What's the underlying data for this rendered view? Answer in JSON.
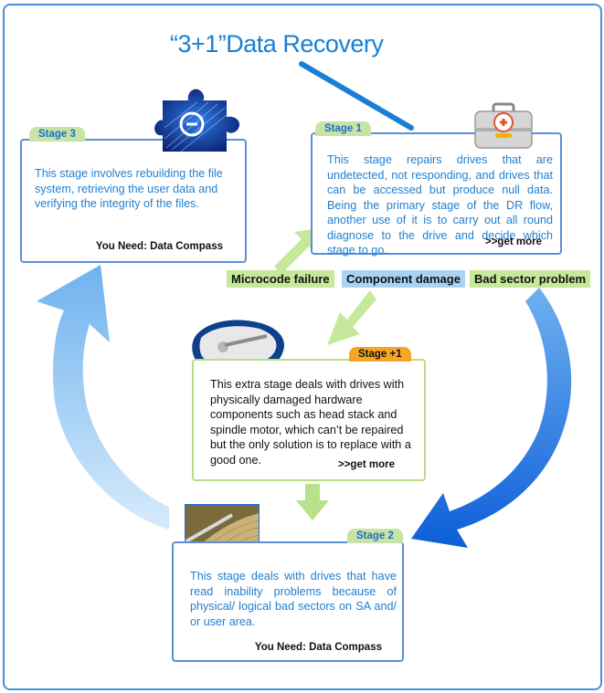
{
  "title": "“3+1”Data Recovery",
  "stage3": {
    "tab": "Stage 3",
    "text": "This stage involves rebuilding the file system, retrieving the user data and verifying the integrity of the files.",
    "need": "You Need: Data Compass"
  },
  "stage1": {
    "tab": "Stage 1",
    "text": "This stage repairs drives that are undetected, not responding, and drives that can be accessed but produce null data. Being the primary stage of the DR flow, another use of it is to carry out all round diagnose to the drive and decide which stage to go.",
    "more": ">>get more"
  },
  "labels": {
    "microcode": "Microcode failure",
    "component": "Component damage",
    "bad_sector": "Bad sector problem"
  },
  "stage_plus1": {
    "tab": "Stage +1",
    "text": "This extra stage deals with drives with physically damaged hardware components such as head stack and spindle motor, which can’t be repaired but the only solution is to replace with a good one.",
    "more": ">>get more"
  },
  "stage2": {
    "tab": "Stage 2",
    "text": "This stage deals with drives that have read inability problems because of physical/ logical bad sectors on SA and/ or user area.",
    "need": "You Need: Data Compass"
  },
  "colors": {
    "accent_blue": "#1a7fd4",
    "box_border_blue": "#5b8fd6",
    "box_border_green": "#b9dc8a",
    "tab_green": "#c7e3a6",
    "tab_orange": "#f6a623",
    "arrow_light_blue": "#8cc3f0",
    "arrow_dark_blue": "#1b6fe0",
    "arrow_green": "#b7e28a"
  },
  "icons": [
    "puzzle-icon",
    "first-aid-kit-icon",
    "hard-drive-icon",
    "disk-platter-icon"
  ]
}
